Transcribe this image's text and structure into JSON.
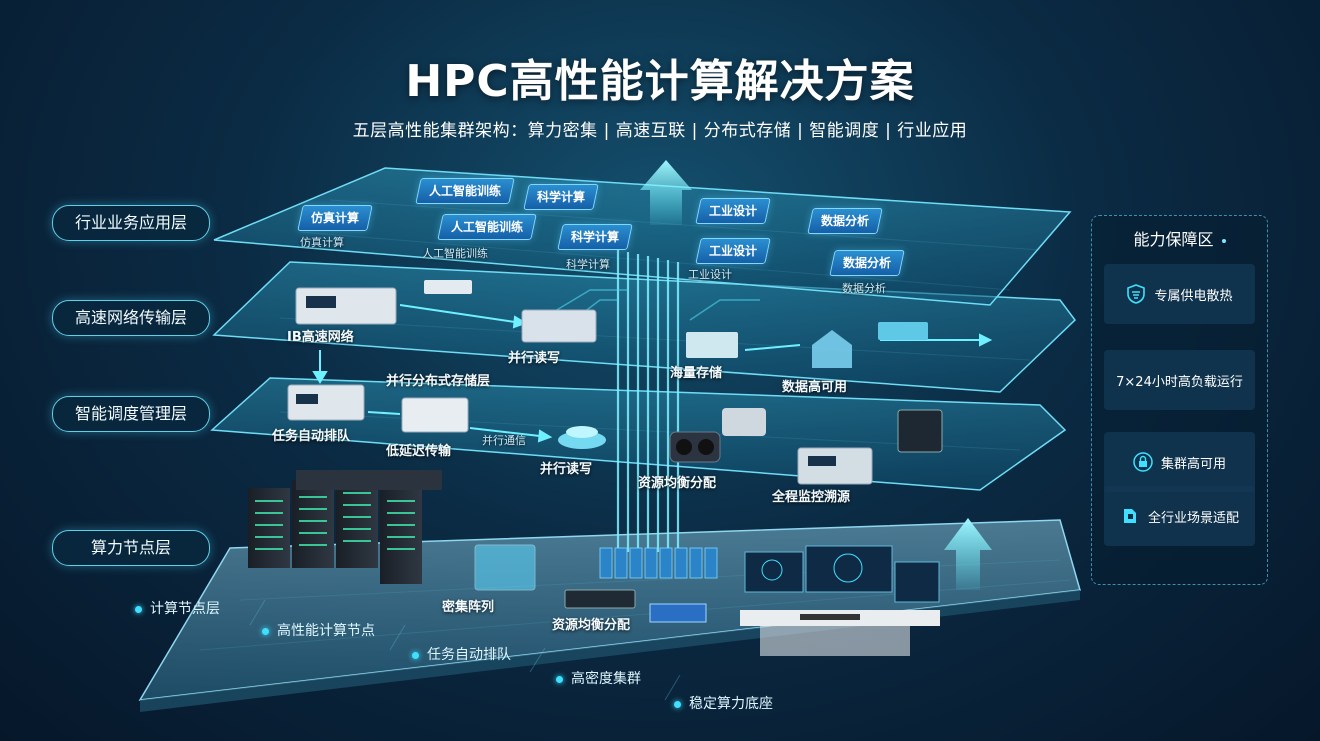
{
  "title": "HPC高性能计算解决方案",
  "subtitle": "五层高性能集群架构：算力密集 | 高速互联 | 分布式存储 | 智能调度 | 行业应用",
  "layers": [
    {
      "label": "行业业务应用层"
    },
    {
      "label": "高速网络传输层"
    },
    {
      "label": "智能调度管理层"
    },
    {
      "label": "算力节点层"
    }
  ],
  "app_layer": {
    "cards": [
      "人工智能训练",
      "科学计算",
      "仿真计算",
      "人工智能训练",
      "科学计算",
      "工业设计",
      "数据分析",
      "工业设计",
      "数据分析"
    ],
    "captions": [
      "仿真计算",
      "人工智能训练",
      "科学计算",
      "工业设计",
      "数据分析"
    ]
  },
  "network_layer": {
    "labels": [
      "IB高速网络",
      "并行读写",
      "海量存储",
      "数据高可用"
    ]
  },
  "schedule_layer": {
    "labels": [
      "并行分布式存储层",
      "任务自动排队",
      "低延迟传输",
      "并行通信",
      "并行读写",
      "资源均衡分配",
      "全程监控溯源"
    ]
  },
  "compute_layer": {
    "labels": [
      "密集阵列",
      "资源均衡分配"
    ]
  },
  "bottom_items": [
    "计算节点层",
    "高性能计算节点",
    "任务自动排队",
    "高密度集群",
    "稳定算力底座"
  ],
  "side_panel": {
    "title": "能力保障区",
    "items": [
      {
        "label": "专属供电散热",
        "icon": "shield-icon"
      },
      {
        "label": "7×24小时高负载运行",
        "icon": ""
      },
      {
        "label": "集群高可用",
        "icon": "lock-icon"
      },
      {
        "label": "全行业场景适配",
        "icon": "puzzle-icon"
      }
    ]
  },
  "colors": {
    "accent": "#3fe0ff",
    "plane": "#1c6f8f",
    "card": "#1f7fc4"
  }
}
